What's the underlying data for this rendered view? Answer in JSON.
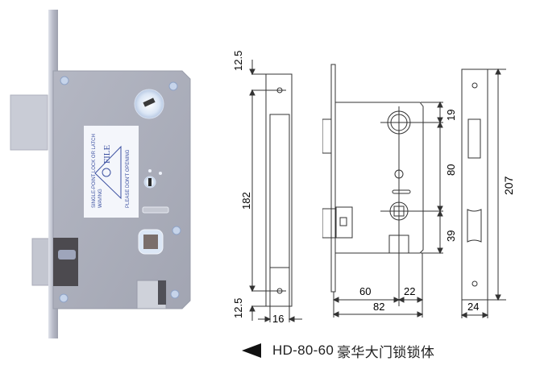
{
  "product": {
    "photo_label": {
      "brand": "FILE",
      "lines": [
        "SINGLE-POINT LOCK OR LATCH",
        "WAVING",
        "PLEASE DON'T OPENING"
      ]
    }
  },
  "drawings": {
    "faceplate_side": {
      "top_offset": "12.5",
      "hole_spacing": "182",
      "bottom_offset": "12.5",
      "width": "16"
    },
    "lock_body": {
      "top_to_key": "19",
      "key_to_handle": "80",
      "handle_to_bottom": "39",
      "backset": "60",
      "right_edge": "22",
      "depth": "82"
    },
    "strike_plate": {
      "height": "207",
      "width": "24"
    }
  },
  "caption": {
    "arrow_icon": "left-triangle",
    "model": "HD-80-60",
    "description": "豪华大门锁锁体"
  },
  "colors": {
    "body": "#a9acb8",
    "faceplate": "#c3c6d0",
    "line": "#333333"
  }
}
